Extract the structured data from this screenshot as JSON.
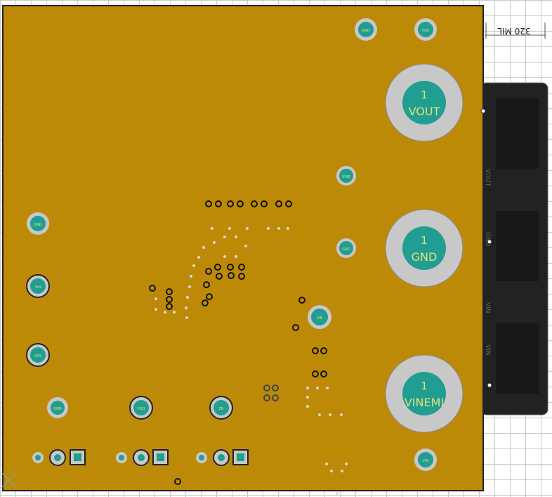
{
  "board": {
    "copper_color": "#bd8a08",
    "pad_color": "#1f9e91",
    "ring_color": "#c8c8c8",
    "connector_color": "#222222",
    "grid_color": "#c9c9c9"
  },
  "dimension": {
    "text": "320 MIL"
  },
  "large_pads": [
    {
      "number": "1",
      "label": "VOUT"
    },
    {
      "number": "1",
      "label": "GND"
    },
    {
      "number": "1",
      "label": "VINEMI"
    }
  ],
  "small_pads": [
    {
      "label": "GND"
    },
    {
      "label": "VOS"
    },
    {
      "label": "VINE"
    },
    {
      "label": "GND"
    },
    {
      "label": "VIN"
    },
    {
      "label": "GND"
    },
    {
      "label": "VIN"
    },
    {
      "label": "VOS"
    },
    {
      "label": "PGD"
    },
    {
      "label": "EN"
    },
    {
      "label": "GND"
    },
    {
      "label": "VIN"
    }
  ],
  "connector_text": [
    "VOUT",
    "GND",
    "VIN",
    "VIN"
  ]
}
